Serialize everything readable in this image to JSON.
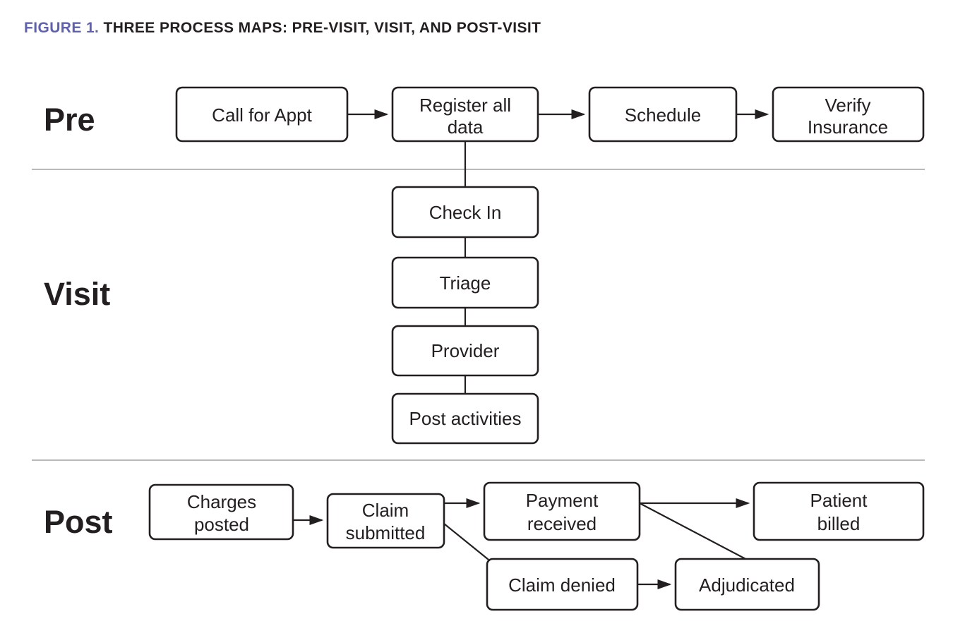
{
  "figure": {
    "number_label": "FIGURE 1.",
    "title_text": "THREE PROCESS MAPS: PRE-VISIT, VISIT, AND POST-VISIT",
    "accent_color": "#5f61ad",
    "text_color": "#231f20",
    "divider_color": "#b9b9bb",
    "background_color": "#ffffff"
  },
  "chart_data": {
    "type": "diagram",
    "title": "FIGURE 1. THREE PROCESS MAPS: PRE-VISIT, VISIT, AND POST-VISIT",
    "sections": [
      {
        "label": "Pre",
        "nodes": [
          "Call for Appt",
          "Register all data",
          "Schedule",
          "Verify Insurance"
        ],
        "edges": [
          {
            "from": "Call for Appt",
            "to": "Register all data",
            "kind": "arrow"
          },
          {
            "from": "Register all data",
            "to": "Schedule",
            "kind": "arrow"
          },
          {
            "from": "Schedule",
            "to": "Verify Insurance",
            "kind": "arrow"
          }
        ]
      },
      {
        "label": "Visit",
        "nodes": [
          "Check In",
          "Triage",
          "Provider",
          "Post activities"
        ],
        "edges": [
          {
            "from": "Register all data",
            "to": "Check In",
            "kind": "plain"
          },
          {
            "from": "Check In",
            "to": "Triage",
            "kind": "plain"
          },
          {
            "from": "Triage",
            "to": "Provider",
            "kind": "plain"
          },
          {
            "from": "Provider",
            "to": "Post activities",
            "kind": "plain"
          }
        ]
      },
      {
        "label": "Post",
        "nodes": [
          "Charges posted",
          "Claim submitted",
          "Payment received",
          "Patient billed",
          "Claim denied",
          "Adjudicated"
        ],
        "edges": [
          {
            "from": "Charges posted",
            "to": "Claim submitted",
            "kind": "arrow"
          },
          {
            "from": "Claim submitted",
            "to": "Payment received",
            "kind": "arrow"
          },
          {
            "from": "Claim submitted",
            "to": "Claim denied",
            "kind": "plain"
          },
          {
            "from": "Payment received",
            "to": "Patient billed",
            "kind": "arrow"
          },
          {
            "from": "Payment received",
            "to": "Adjudicated",
            "kind": "plain"
          },
          {
            "from": "Claim denied",
            "to": "Adjudicated",
            "kind": "arrow"
          }
        ]
      }
    ]
  },
  "nodes": {
    "call_for_appt": "Call for Appt",
    "register_all_data_line1": "Register all",
    "register_all_data_line2": "data",
    "schedule": "Schedule",
    "verify_insurance_line1": "Verify",
    "verify_insurance_line2": "Insurance",
    "check_in": "Check In",
    "triage": "Triage",
    "provider": "Provider",
    "post_activities": "Post activities",
    "charges_posted_line1": "Charges",
    "charges_posted_line2": "posted",
    "claim_submitted_line1": "Claim",
    "claim_submitted_line2": "submitted",
    "payment_received_line1": "Payment",
    "payment_received_line2": "received",
    "patient_billed_line1": "Patient",
    "patient_billed_line2": "billed",
    "claim_denied": "Claim denied",
    "adjudicated": "Adjudicated"
  },
  "row_labels": {
    "pre": "Pre",
    "visit": "Visit",
    "post": "Post"
  }
}
